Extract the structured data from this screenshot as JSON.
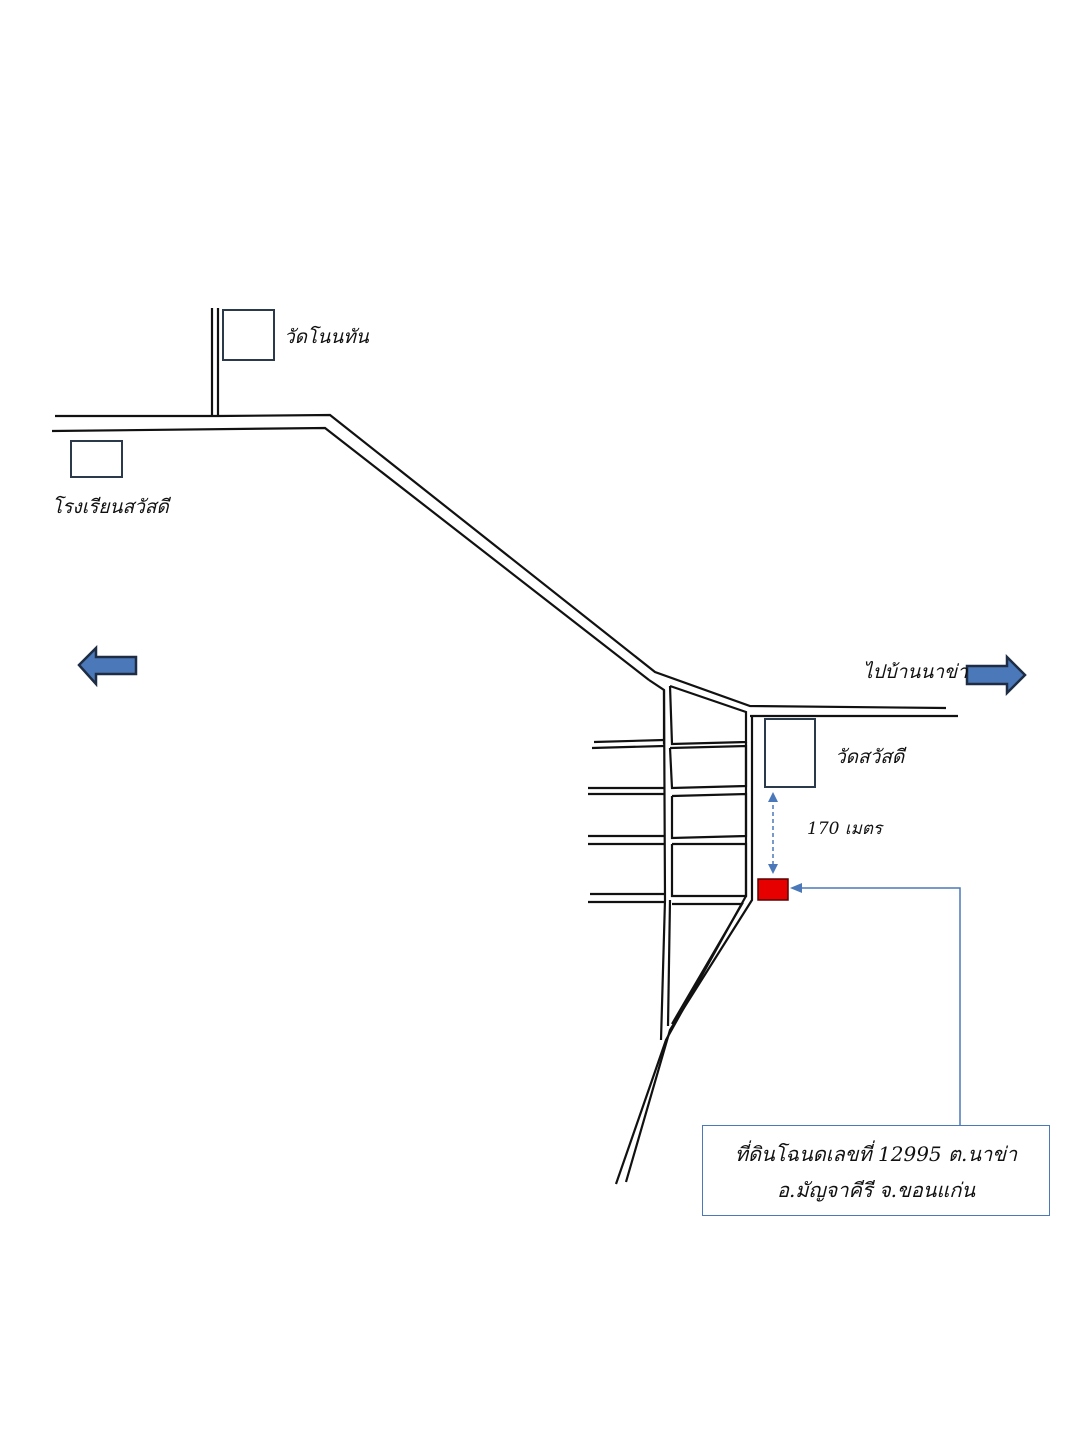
{
  "labels": {
    "wat_non_than": "วัดโนนทัน",
    "school": "โรงเรียนสวัสดี",
    "to_ban_na_kha": "ไปบ้านนาข่า",
    "wat_sawatdi": "วัดสวัสดี",
    "distance": "170 เมตร"
  },
  "callout": {
    "line1": "ที่ดินโฉนดเลขที่ 12995 ต.นาข่า",
    "line2": "อ.มัญจาคีรี จ.ขอนแก่น"
  },
  "colors": {
    "road": "#111111",
    "building": "#2b3a4a",
    "plot": "#e60000",
    "arrow_fill": "#4a78b8",
    "arrow_stroke": "#1e2d44",
    "leader": "#4a78b8"
  },
  "icons": {
    "left_arrow": "arrow-left-icon",
    "right_arrow": "arrow-right-icon"
  }
}
